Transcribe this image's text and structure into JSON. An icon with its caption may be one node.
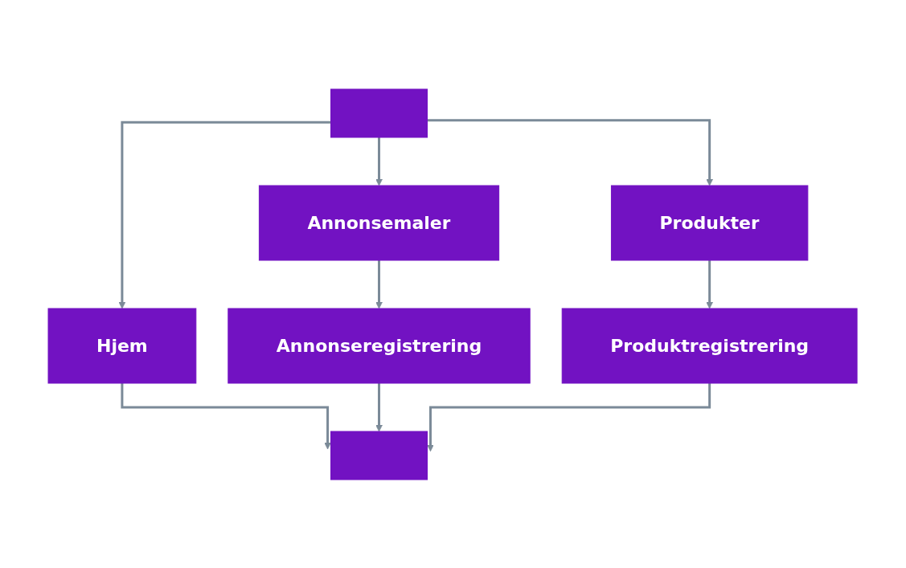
{
  "diagram": {
    "nodes": [
      {
        "text": [],
        "shape": "box"
      },
      {
        "text": [
          "Hjem"
        ]
      },
      {
        "text": [
          "Annonsemaler"
        ]
      },
      {
        "text": [
          "Produkter"
        ]
      },
      {
        "text": [
          "Annonseregistrering"
        ]
      },
      {
        "text": [
          "Produktregistrering"
        ]
      },
      {
        "text": [],
        "shape": "box"
      }
    ],
    "edges": [
      {
        "from": 0,
        "to": 1,
        "arrow": "to"
      },
      {
        "from": 0,
        "to": 2,
        "arrow": "to"
      },
      {
        "from": 0,
        "to": 3,
        "arrow": "to"
      },
      {
        "from": 2,
        "to": 4,
        "arrow": "to"
      },
      {
        "from": 3,
        "to": 5,
        "arrow": "to"
      },
      {
        "from": 1,
        "to": 6,
        "arrow": "to"
      },
      {
        "from": 4,
        "to": 6,
        "arrow": "to"
      },
      {
        "from": 5,
        "to": 6,
        "arrow": "to"
      }
    ]
  }
}
